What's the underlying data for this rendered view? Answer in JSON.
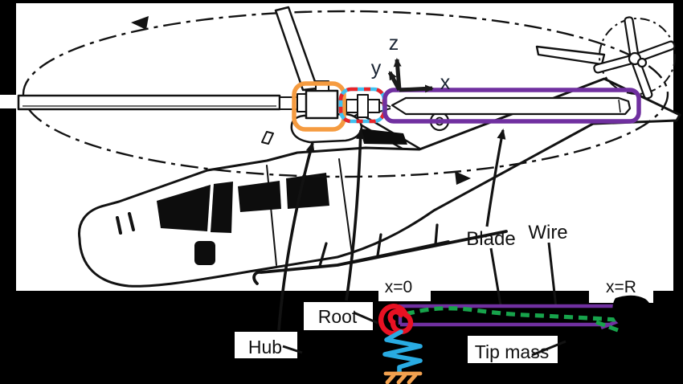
{
  "diagram": {
    "labels": {
      "hub": "Hub",
      "root": "Root",
      "blade": "Blade",
      "wire": "Wire",
      "tip_mass": "Tip mass"
    },
    "positions": {
      "x0": "x=0",
      "xR": "x=R"
    },
    "axes": {
      "x": "x",
      "y": "y",
      "z": "z"
    },
    "colors": {
      "background": "#000000",
      "paper": "#ffffff",
      "ink": "#121212",
      "hub_box_orange": "#F59B40",
      "root_box_red": "#E8252A",
      "root_box_cyan": "#3FC1F0",
      "blade_box_purple": "#7030A0",
      "wire_green": "#17A34B",
      "spiral_red": "#E81123",
      "spring_cyan": "#29ABE2",
      "ground_orange": "#F2A14F"
    }
  }
}
